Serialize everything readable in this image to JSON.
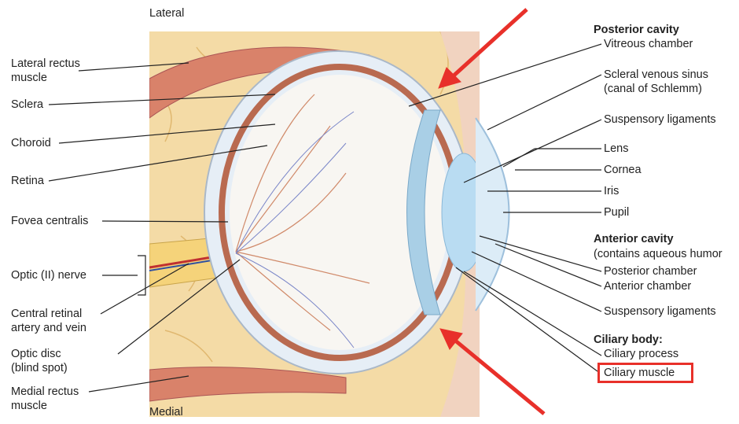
{
  "orientation": {
    "top": "Lateral",
    "bottom": "Medial"
  },
  "left_labels": {
    "lateral_rectus": [
      "Lateral rectus",
      "muscle"
    ],
    "sclera": "Sclera",
    "choroid": "Choroid",
    "retina": "Retina",
    "fovea": "Fovea centralis",
    "optic_nerve": "Optic (II) nerve",
    "central_retinal": [
      "Central retinal",
      "artery and vein"
    ],
    "optic_disc": [
      "Optic disc",
      "(blind spot)"
    ],
    "medial_rectus": [
      "Medial rectus",
      "muscle"
    ]
  },
  "right_labels": {
    "posterior_cavity": "Posterior cavity",
    "vitreous": "Vitreous chamber",
    "scleral_sinus": [
      "Scleral venous sinus",
      "(canal of Schlemm)"
    ],
    "suspensory_1": "Suspensory ligaments",
    "lens": "Lens",
    "cornea": "Cornea",
    "iris": "Iris",
    "pupil": "Pupil",
    "anterior_cavity": "Anterior cavity",
    "aqueous": "(contains aqueous humor",
    "posterior_chamber": "Posterior chamber",
    "anterior_chamber": "Anterior chamber",
    "suspensory_2": "Suspensory ligaments",
    "ciliary_body": "Ciliary body:",
    "ciliary_process": "Ciliary process",
    "ciliary_muscle": "Ciliary muscle"
  },
  "colors": {
    "fat": "#f4dba6",
    "muscle": "#d9826a",
    "sclera": "#e6eef6",
    "highlight": "#e8302a",
    "lens": "#b9dcf2"
  }
}
